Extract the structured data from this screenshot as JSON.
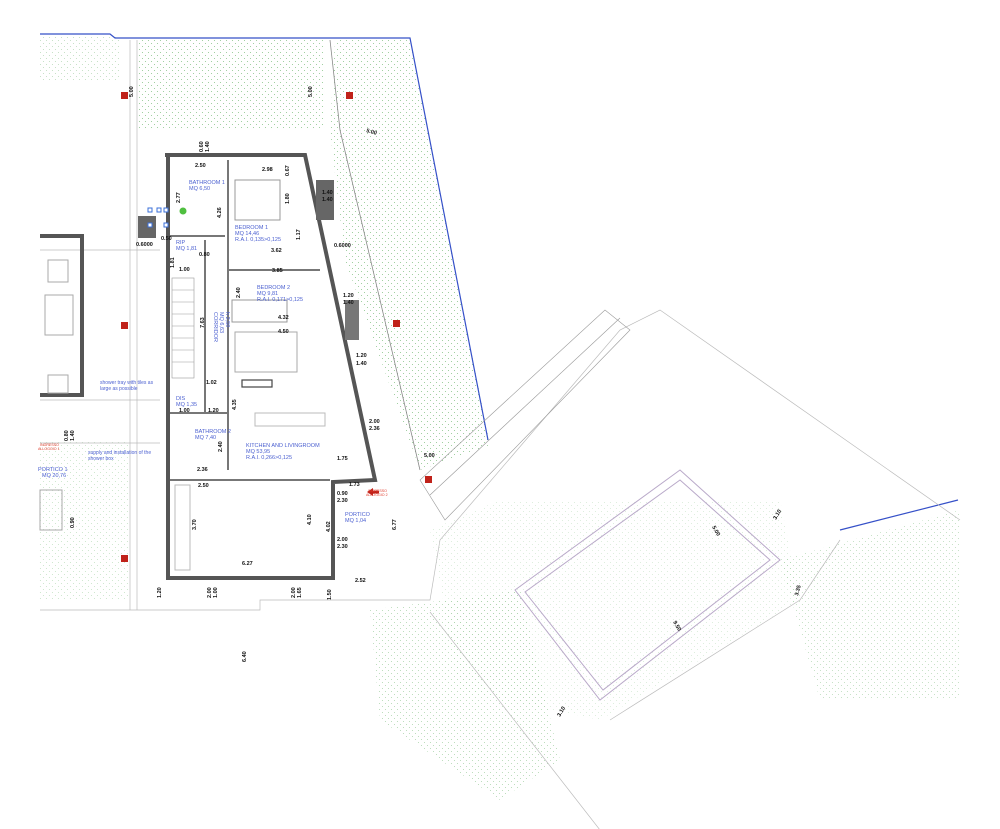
{
  "rooms": {
    "bathroom1": {
      "name": "BATHROOM 1",
      "area": "MQ 6,50"
    },
    "bedroom1": {
      "name": "BEDROOM 1",
      "area": "MQ 14,46",
      "rai": "R.A.I. 0,135>0,125"
    },
    "rip": {
      "name": "RIP",
      "area": "MQ 1,81"
    },
    "bedroom2": {
      "name": "BEDROOM 2",
      "area": "MQ 9,81",
      "rai": "R.A.I. 0,171>0,125"
    },
    "corridor": {
      "name": "CORRIDOR",
      "area": "MQ 6,63",
      "height": "h 2,50"
    },
    "dis": {
      "name": "DIS",
      "area": "MQ 1,35"
    },
    "bathroom2": {
      "name": "BATHROOM 2",
      "area": "MQ 7,40"
    },
    "kitchen": {
      "name": "KITCHEN AND LIVINGROOM",
      "area": "MQ 53,95",
      "rai": "R.A.I. 0,266>0,125"
    },
    "portico": {
      "name": "PORTICO",
      "area": "MQ 1,04"
    },
    "portico1": {
      "name": "PORTICO 1",
      "area": "MQ 20,76"
    }
  },
  "notes": {
    "shower_tray": [
      "shower tray with tiles as",
      "large as possible"
    ],
    "shower_box": [
      "supply and installation of the",
      "shower box"
    ],
    "entrance_left": [
      "INGRESSO",
      "ALLOGGIO 1"
    ],
    "entrance_right": [
      "INGRESSO",
      "ALLOGGIO 2"
    ]
  },
  "dimensions": {
    "d1": "2.50",
    "d2": "2.98",
    "d3": "0.67",
    "d4": "2.77",
    "d5": "4.26",
    "d6": "1.80",
    "d7": "0.80",
    "d8": "3.62",
    "d9": "1.17",
    "d10": "1.00",
    "d11": "1.81",
    "d12": "3.85",
    "d13": "2.40",
    "d14": "4.32",
    "d15": "4.50",
    "d16": "7.63",
    "d17": "1.02",
    "d18": "4.35",
    "d19": "1.00",
    "d20": "1.20",
    "d21": "2.36",
    "d22": "2.40",
    "d23": "2.50",
    "d24": "3.70",
    "d25": "6.27",
    "d26": "4.10",
    "d27": "1.75",
    "d28": "1.73",
    "d29": "0.90",
    "d30": "2.30",
    "d31": "2.00",
    "d32": "2.30",
    "d33": "4.02",
    "d34": "2.52",
    "d35": "1.20",
    "d36": "2.00",
    "d37": "1.00",
    "d38": "2.00",
    "d39": "1.65",
    "d40": "1.50",
    "d41": "6.40",
    "d42": "5.00",
    "d43": "5.00",
    "d44": "5.00",
    "d45": "1.40",
    "d46": "1.40",
    "d47": "1.20",
    "d48": "1.40",
    "d49": "1.20",
    "d50": "1.40",
    "d51": "2.00",
    "d52": "2.36",
    "d53": "5.00",
    "d54": "5.00",
    "d55": "9.50",
    "d56": "3.10",
    "d57": "3.35",
    "d58": "3.10",
    "d59": "0.60",
    "d60": "1.40",
    "d61": "0.80",
    "d62": "0.6000",
    "d63": "0.90",
    "d64": "1.40",
    "d65": "6.77",
    "d66": "0.50"
  },
  "colors": {
    "wall": "#555555",
    "room_label": "#4a5fd0",
    "note_red": "#e03a2a",
    "column": "#c0221a",
    "grass": "#7fbf7f",
    "boundary": "#3550c8"
  }
}
